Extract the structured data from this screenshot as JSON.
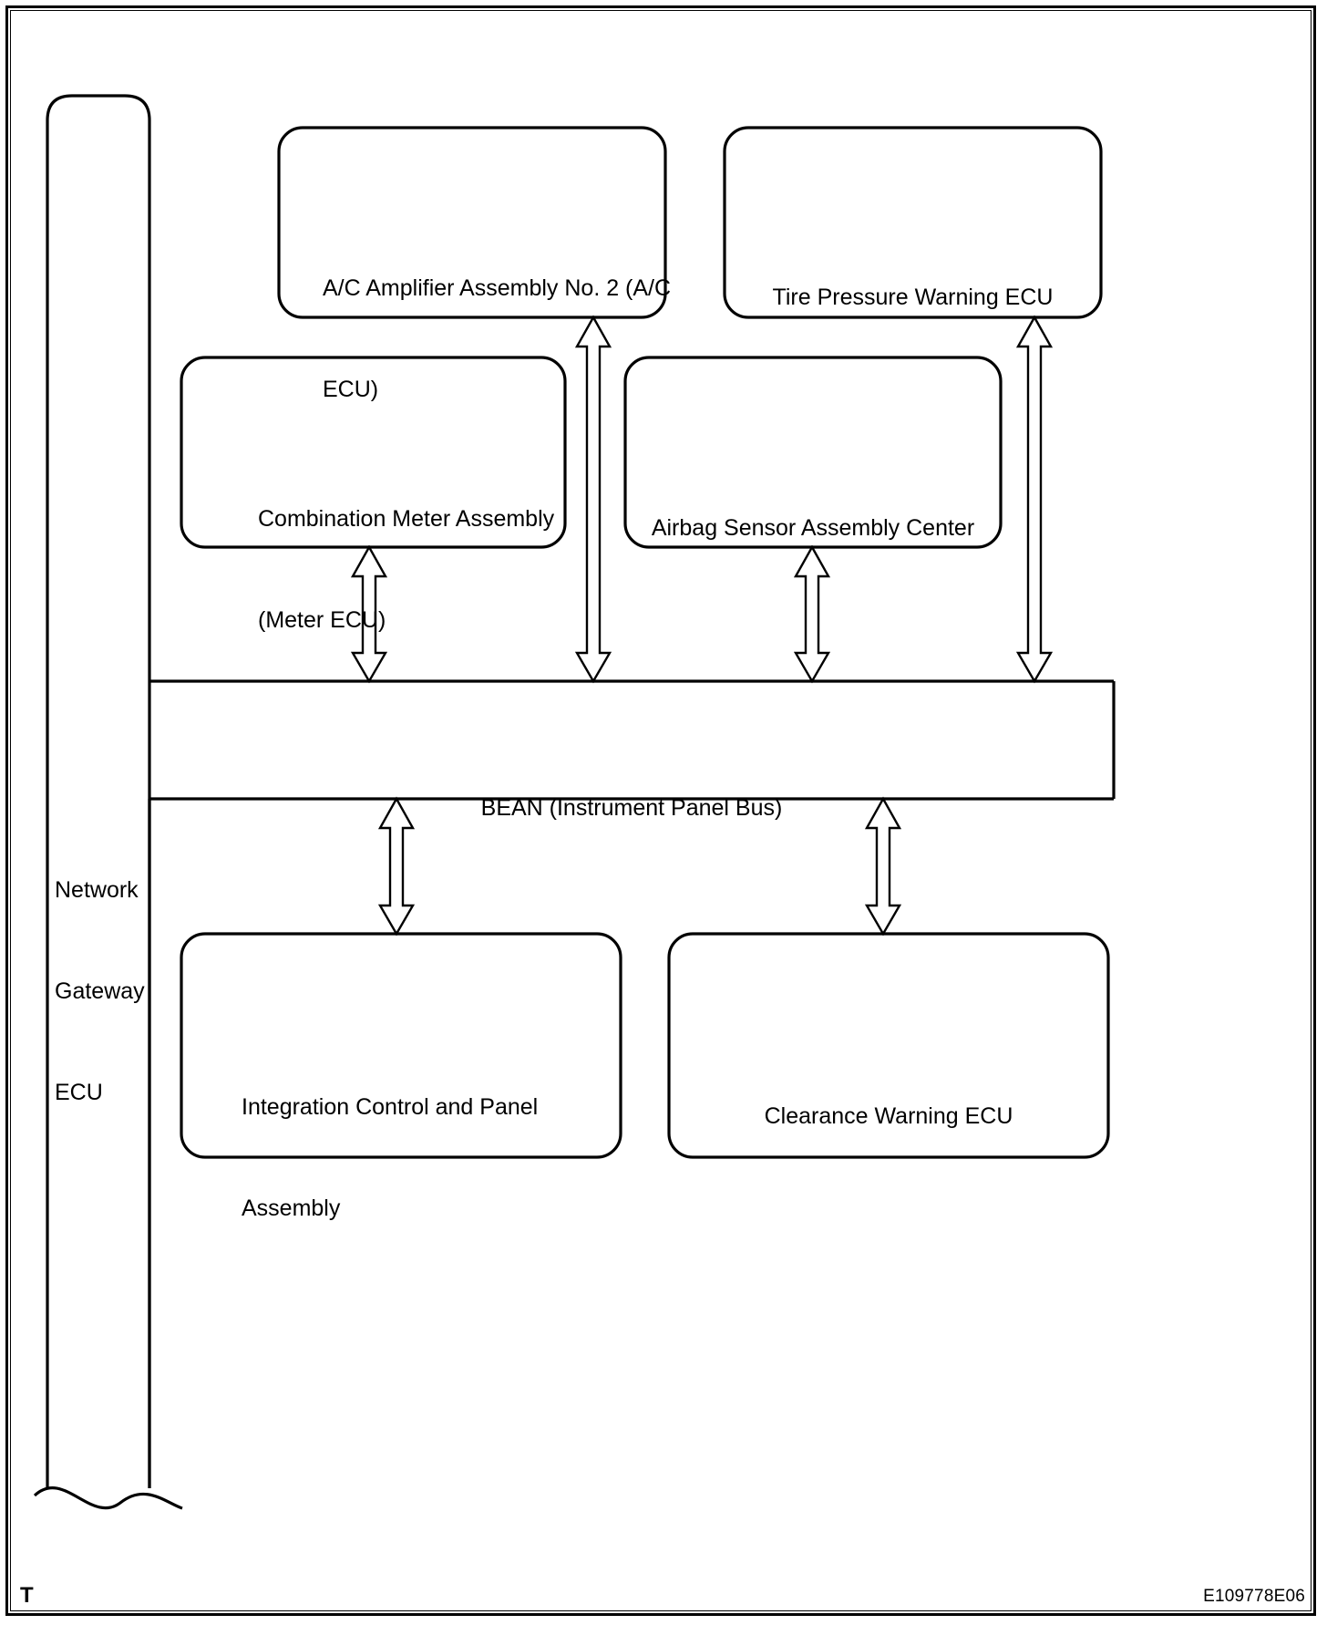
{
  "diagram": {
    "title": "BEAN (Instrument Panel Bus) network diagram",
    "figure_code": "E109778E06",
    "corner_marker": "T",
    "stroke_color": "#000000",
    "background_color": "#ffffff"
  },
  "gateway": {
    "label": "Network\nGateway\nECU",
    "line1": "Network",
    "line2": "Gateway",
    "line3": "ECU"
  },
  "bus": {
    "label": "BEAN (Instrument Panel Bus)"
  },
  "nodes": [
    {
      "id": "ac-amplifier",
      "label": "A/C Amplifier Assembly No. 2 (A/C ECU)",
      "line1": "A/C Amplifier Assembly No. 2 (A/C",
      "line2": "ECU)",
      "row": "top",
      "connects_to": "bus"
    },
    {
      "id": "tire-pressure-warning-ecu",
      "label": "Tire Pressure Warning ECU",
      "line1": "Tire Pressure Warning ECU",
      "line2": "",
      "row": "top",
      "connects_to": "bus"
    },
    {
      "id": "combination-meter-assembly",
      "label": "Combination Meter Assembly (Meter ECU)",
      "line1": "Combination Meter Assembly",
      "line2": "(Meter ECU)",
      "row": "middle",
      "connects_to": "bus"
    },
    {
      "id": "airbag-sensor-assembly-center",
      "label": "Airbag Sensor Assembly Center",
      "line1": "Airbag Sensor Assembly Center",
      "line2": "",
      "row": "middle",
      "connects_to": "bus"
    },
    {
      "id": "integration-control-and-panel-assembly",
      "label": "Integration Control and Panel Assembly",
      "line1": "Integration Control and Panel",
      "line2": "Assembly",
      "row": "bottom",
      "connects_to": "bus"
    },
    {
      "id": "clearance-warning-ecu",
      "label": "Clearance Warning ECU",
      "line1": "Clearance Warning ECU",
      "line2": "",
      "row": "bottom",
      "connects_to": "bus"
    }
  ],
  "connections": [
    {
      "from": "combination-meter-assembly",
      "to": "bus",
      "type": "bidirectional"
    },
    {
      "from": "ac-amplifier",
      "to": "bus",
      "type": "bidirectional"
    },
    {
      "from": "airbag-sensor-assembly-center",
      "to": "bus",
      "type": "bidirectional"
    },
    {
      "from": "tire-pressure-warning-ecu",
      "to": "bus",
      "type": "bidirectional"
    },
    {
      "from": "bus",
      "to": "integration-control-and-panel-assembly",
      "type": "bidirectional"
    },
    {
      "from": "bus",
      "to": "clearance-warning-ecu",
      "type": "bidirectional"
    }
  ]
}
